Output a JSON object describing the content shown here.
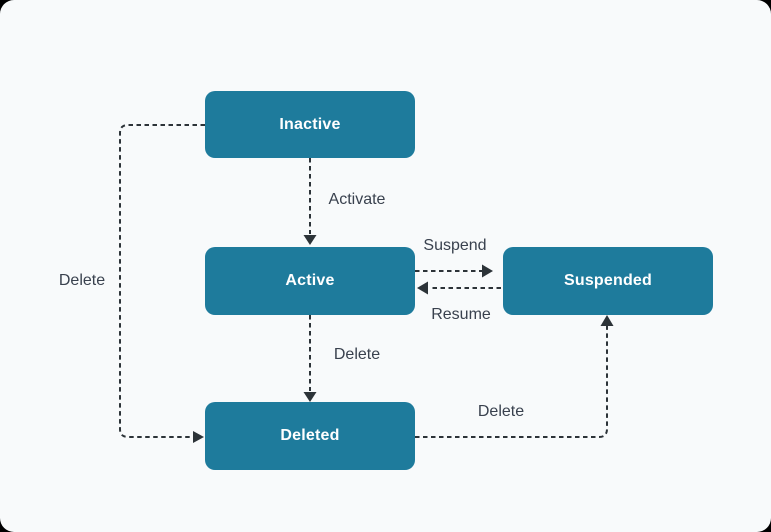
{
  "diagram": {
    "title": "state-transition-diagram",
    "colors": {
      "background": "#f8fafb",
      "node_fill": "#1e7b9c",
      "node_text": "#ffffff",
      "edge_line": "#2c3338",
      "edge_label_text": "#39414e"
    },
    "nodes": [
      {
        "id": "inactive",
        "label": "Inactive"
      },
      {
        "id": "active",
        "label": "Active"
      },
      {
        "id": "suspended",
        "label": "Suspended"
      },
      {
        "id": "deleted",
        "label": "Deleted"
      }
    ],
    "edges": [
      {
        "from": "Inactive",
        "to": "Active",
        "label": "Activate"
      },
      {
        "from": "Active",
        "to": "Suspended",
        "label": "Suspend"
      },
      {
        "from": "Suspended",
        "to": "Active",
        "label": "Resume"
      },
      {
        "from": "Active",
        "to": "Deleted",
        "label": "Delete"
      },
      {
        "from": "Inactive",
        "to": "Deleted",
        "label": "Delete"
      },
      {
        "from": "Deleted",
        "to": "Suspended",
        "label": "Delete"
      }
    ]
  }
}
